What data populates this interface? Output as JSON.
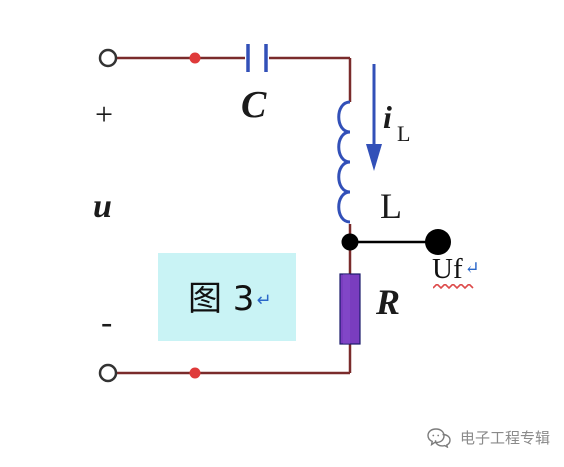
{
  "diagram": {
    "labels": {
      "capacitor": "C",
      "inductor": "L",
      "current": "i",
      "current_subscript": "L",
      "resistor": "R",
      "voltage": "u",
      "plus": "+",
      "minus": "-",
      "feedback_voltage": "Uf",
      "figure": "图 3"
    },
    "colors": {
      "wire": "#7a2b2b",
      "node": "#df3a3a",
      "component": "#3250b8",
      "resistor_fill": "#7a3dbf",
      "junction": "#000000",
      "label_fill": "#c9f3f5"
    }
  },
  "watermark": {
    "text": "电子工程专辑"
  }
}
